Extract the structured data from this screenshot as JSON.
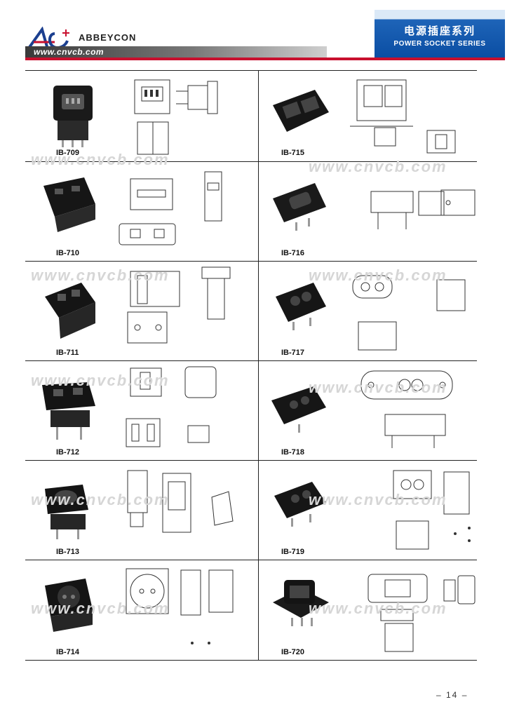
{
  "header": {
    "brand": "ABBEYCON",
    "url": "www.cnvcb.com",
    "title_cn": "电源插座系列",
    "title_en": "POWER SOCKET SERIES"
  },
  "products": [
    {
      "id": "IB-709"
    },
    {
      "id": "IB-715"
    },
    {
      "id": "IB-710"
    },
    {
      "id": "IB-716"
    },
    {
      "id": "IB-711"
    },
    {
      "id": "IB-717"
    },
    {
      "id": "IB-712"
    },
    {
      "id": "IB-718"
    },
    {
      "id": "IB-713"
    },
    {
      "id": "IB-719"
    },
    {
      "id": "IB-714"
    },
    {
      "id": "IB-720"
    }
  ],
  "watermark": "www.cnvcb.com",
  "footer": {
    "page": "– 14 –"
  }
}
